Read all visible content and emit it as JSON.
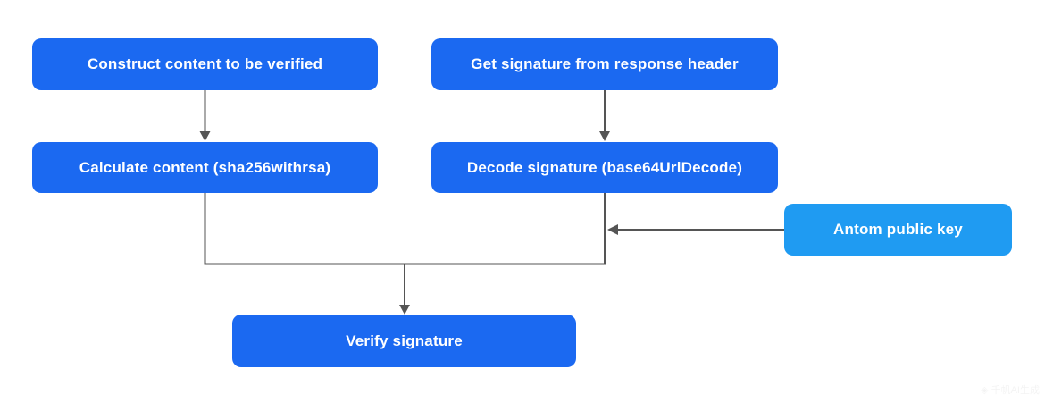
{
  "diagram": {
    "nodes": [
      {
        "id": "construct",
        "label": "Construct content to be verified",
        "variant": "primary"
      },
      {
        "id": "getsig",
        "label": "Get signature from response header",
        "variant": "primary"
      },
      {
        "id": "calculate",
        "label": "Calculate content (sha256withrsa)",
        "variant": "primary"
      },
      {
        "id": "decode",
        "label": "Decode signature (base64UrlDecode)",
        "variant": "primary"
      },
      {
        "id": "antom",
        "label": "Antom public key",
        "variant": "secondary"
      },
      {
        "id": "verify",
        "label": "Verify signature",
        "variant": "primary"
      }
    ],
    "edges": [
      {
        "from": "construct",
        "to": "calculate",
        "style": "arrow-down"
      },
      {
        "from": "getsig",
        "to": "decode",
        "style": "arrow-down"
      },
      {
        "from": "calculate",
        "to": "verify",
        "style": "merge-then-arrow-down"
      },
      {
        "from": "decode",
        "to": "verify",
        "style": "merge-then-arrow-down"
      },
      {
        "from": "antom",
        "to": "decode",
        "style": "arrow-left-into-branch"
      }
    ]
  },
  "colors": {
    "node_primary": "#1b69f1",
    "node_secondary": "#1f9bf2",
    "node_text": "#ffffff",
    "connector": "#555555",
    "background": "#ffffff"
  },
  "watermark": {
    "icon": "◈",
    "text": "千帆AI生成"
  }
}
